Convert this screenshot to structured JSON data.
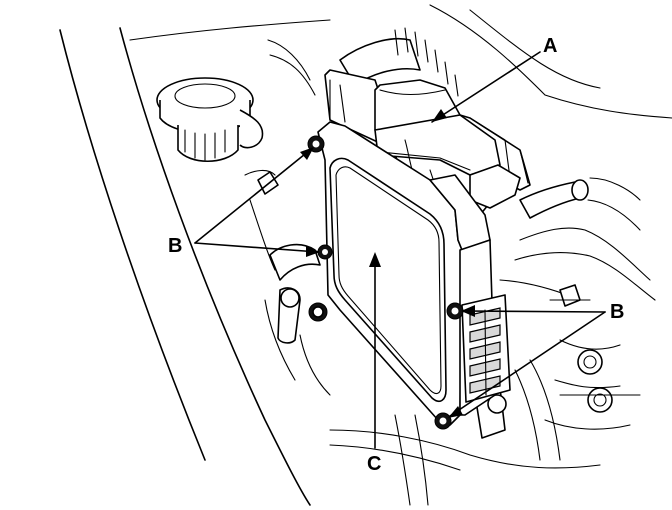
{
  "labels": {
    "a": "A",
    "b_left": "B",
    "b_right": "B",
    "c": "C"
  }
}
